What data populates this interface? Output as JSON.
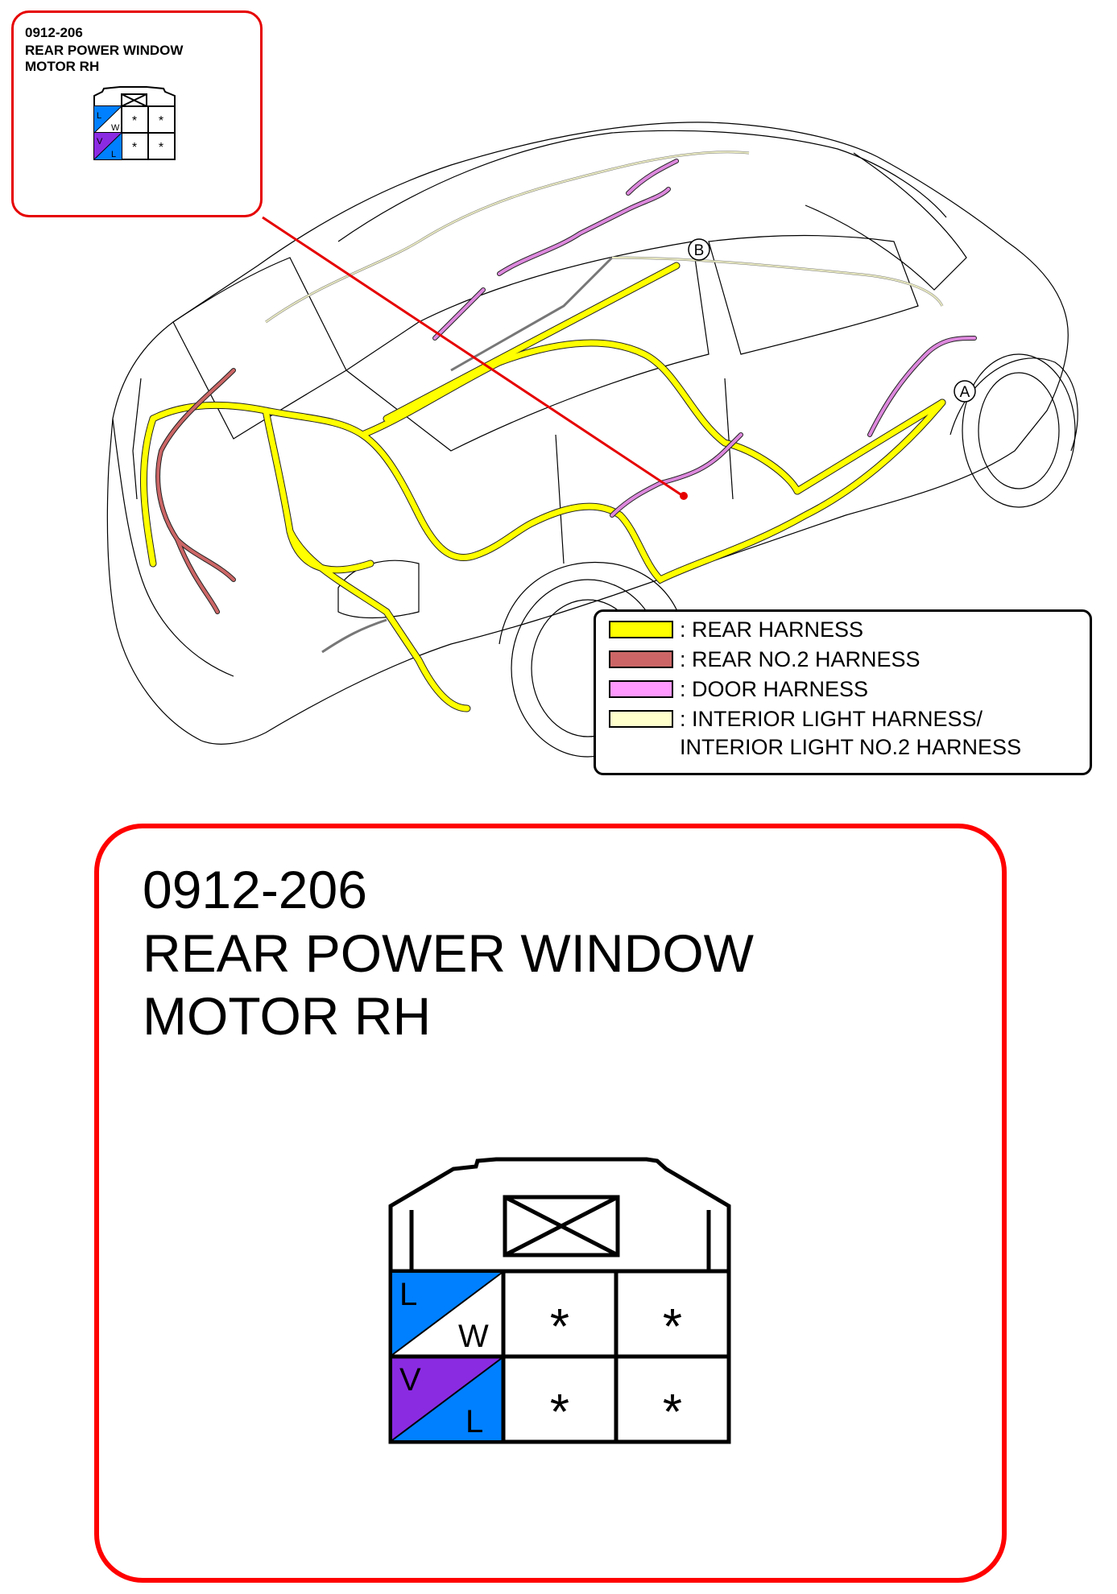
{
  "connector": {
    "code": "0912-206",
    "name_line1": "REAR POWER WINDOW",
    "name_line2": "MOTOR RH",
    "pins": [
      {
        "row": 0,
        "col": 0,
        "top_label": "L",
        "bottom_label": "W",
        "top_color": "#0080ff",
        "bottom_color": "#ffffff"
      },
      {
        "row": 0,
        "col": 1,
        "symbol": "*"
      },
      {
        "row": 0,
        "col": 2,
        "symbol": "*"
      },
      {
        "row": 1,
        "col": 0,
        "top_label": "V",
        "bottom_label": "L",
        "top_color": "#8a2be2",
        "bottom_color": "#0080ff"
      },
      {
        "row": 1,
        "col": 1,
        "symbol": "*"
      },
      {
        "row": 1,
        "col": 2,
        "symbol": "*"
      }
    ]
  },
  "markers": [
    {
      "id": "A",
      "label": "A"
    },
    {
      "id": "B",
      "label": "B"
    }
  ],
  "legend": [
    {
      "color": "#ffff00",
      "label": ": REAR HARNESS"
    },
    {
      "color": "#cc6666",
      "label": ": REAR NO.2 HARNESS"
    },
    {
      "color": "#ff99ff",
      "label": ": DOOR HARNESS"
    },
    {
      "color": "#ffffcc",
      "label": ": INTERIOR LIGHT HARNESS/"
    },
    {
      "color": "",
      "label": "INTERIOR LIGHT NO.2 HARNESS"
    }
  ],
  "colors": {
    "callout_border": "#ff0000",
    "leader_line": "#e60000",
    "rear_harness": "#ffff00",
    "rear_no2_harness": "#cc6666",
    "door_harness": "#dd88dd",
    "interior_light_harness": "#e8e8c0"
  }
}
